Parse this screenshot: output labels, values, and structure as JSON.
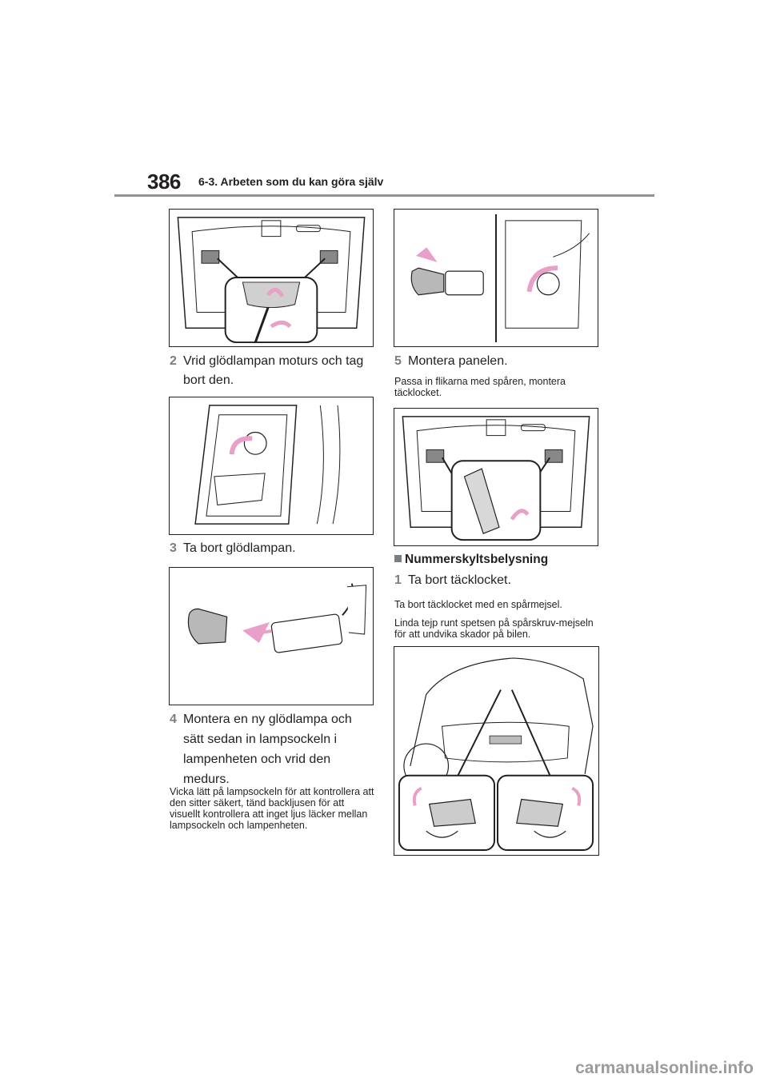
{
  "header": {
    "page_number": "386",
    "section": "6-3. Arbeten som du kan göra själv"
  },
  "left": {
    "step2": {
      "num": "2",
      "text": "Vrid glödlampan moturs och tag bort den."
    },
    "step3": {
      "num": "3",
      "text": "Ta bort glödlampan."
    },
    "step4": {
      "num": "4",
      "text": "Montera en ny glödlampa och sätt sedan in lampsockeln i lampenheten och vrid den medurs."
    },
    "note4": "Vicka lätt på lampsockeln för att kontrollera att den sitter säkert, tänd backljusen för att visuellt kontrollera att inget ljus läcker mellan lampsockeln och lampenheten."
  },
  "right": {
    "step5": {
      "num": "5",
      "text": "Montera panelen."
    },
    "note5": "Passa in flikarna med spåren, montera täcklocket.",
    "heading": "Nummerskyltsbelysning",
    "step1": {
      "num": "1",
      "text": "Ta bort täcklocket."
    },
    "note1a": "Ta bort täcklocket med en spårmejsel.",
    "note1b": "Linda tejp runt spetsen på spårskruv-mejseln för att undvika skador på bilen."
  },
  "footer": {
    "watermark": "carmanualsonline.info"
  },
  "colors": {
    "accent_pink": "#e8a0c8",
    "step_number_gray": "#7a7d81",
    "rule_gray": "#8e9196"
  },
  "icons": [
    "rotate-arrow-icon",
    "insert-arrow-icon",
    "bulb-icon",
    "screwdriver-icon"
  ]
}
